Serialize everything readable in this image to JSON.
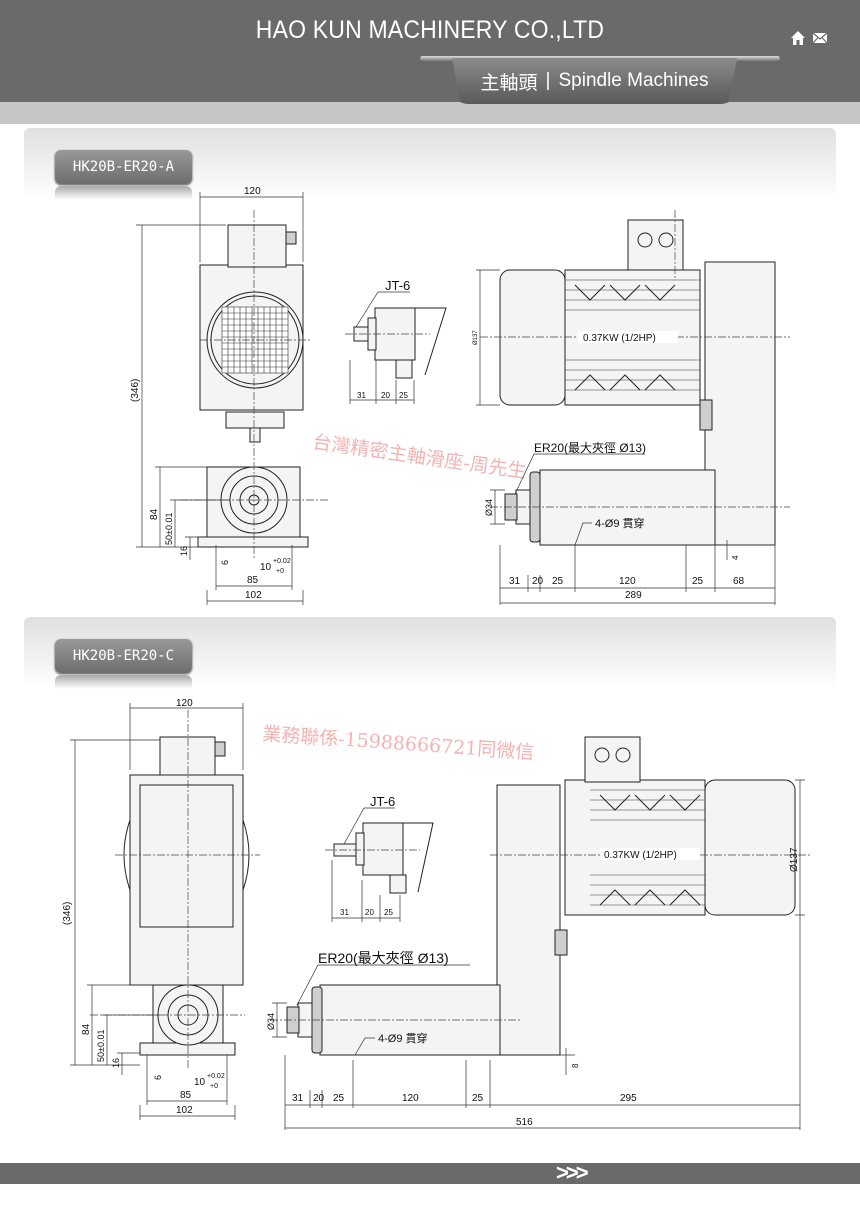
{
  "header": {
    "company": "HAO KUN MACHINERY CO.,LTD",
    "category_zh": "主軸頭",
    "category_sep": "|",
    "category_en": "Spindle Machines",
    "icons": [
      "home-icon",
      "mail-icon"
    ]
  },
  "sections": [
    {
      "model": "HK20B-ER20-A",
      "front": {
        "width": "120",
        "height": "(346)",
        "h84": "84",
        "h50": "50±0.01",
        "h16": "16",
        "d6": "6",
        "d10": "10",
        "tol_up": "+0.02",
        "tol_lo": "+0",
        "w85": "85",
        "w102": "102"
      },
      "detail": {
        "label": "JT-6",
        "dims": [
          "31",
          "20",
          "25"
        ]
      },
      "side": {
        "motor_dia": "Ø137",
        "motor_power": "0.37KW (1/2HP)",
        "collet": "ER20(最大夾徑 Ø13)",
        "nose_dia": "Ø34",
        "holes": "4-Ø9 貫穿",
        "offset": "4",
        "dims": [
          "31",
          "20",
          "25",
          "120",
          "25",
          "68"
        ],
        "total": "289"
      }
    },
    {
      "model": "HK20B-ER20-C",
      "front": {
        "width": "120",
        "height": "(346)",
        "h84": "84",
        "h50": "50±0.01",
        "h16": "16",
        "d6": "6",
        "d10": "10",
        "tol_up": "+0.02",
        "tol_lo": "+0",
        "w85": "85",
        "w102": "102"
      },
      "detail": {
        "label": "JT-6",
        "dims": [
          "31",
          "20",
          "25"
        ]
      },
      "side": {
        "motor_dia": "Ø137",
        "motor_power": "0.37KW (1/2HP)",
        "collet": "ER20(最大夾徑 Ø13)",
        "nose_dia": "Ø34",
        "holes": "4-Ø9 貫穿",
        "offset": "8",
        "dims": [
          "31",
          "20",
          "25",
          "120",
          "25",
          "295"
        ],
        "total": "516"
      }
    }
  ],
  "watermarks": [
    "台灣精密主軸滑座-周先生",
    "業務聯係-15988666721同微信"
  ],
  "footer": {
    "arrows": ">>>"
  }
}
